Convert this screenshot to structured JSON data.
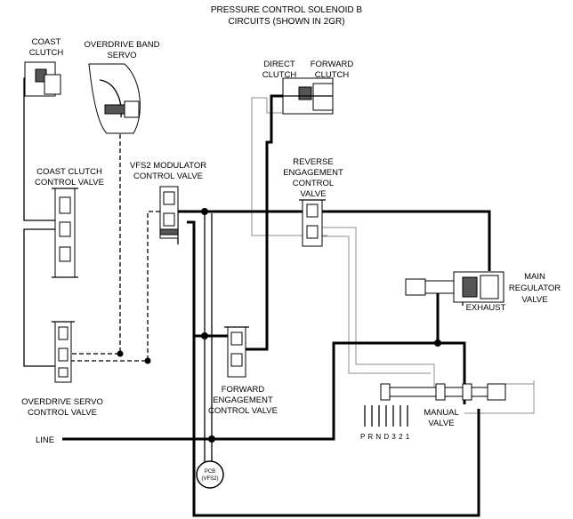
{
  "title": {
    "line1": "PRESSURE CONTROL SOLENOID B",
    "line2": "CIRCUITS (SHOWN IN 2GR)"
  },
  "labels": {
    "coast_clutch": [
      "COAST",
      "CLUTCH"
    ],
    "overdrive_band_servo": [
      "OVERDRIVE BAND",
      "SERVO"
    ],
    "direct_clutch": [
      "DIRECT",
      "CLUTCH"
    ],
    "forward_clutch": [
      "FORWARD",
      "CLUTCH"
    ],
    "coast_clutch_control_valve": [
      "COAST CLUTCH",
      "CONTROL VALVE"
    ],
    "vfs2_modulator_control_valve": [
      "VFS2 MODULATOR",
      "CONTROL VALVE"
    ],
    "reverse_engagement_control_valve": [
      "REVERSE",
      "ENGAGEMENT",
      "CONTROL",
      "VALVE"
    ],
    "main_regulator_valve": [
      "MAIN",
      "REGULATOR",
      "VALVE"
    ],
    "exhaust": "EXHAUST",
    "overdrive_servo_control_valve": [
      "OVERDRIVE SERVO",
      "CONTROL VALVE"
    ],
    "forward_engagement_control_valve": [
      "FORWARD",
      "ENGAGEMENT",
      "CONTROL VALVE"
    ],
    "manual_valve": [
      "MANUAL",
      "VALVE"
    ],
    "gear_positions": "P R N D 3 2 1",
    "line": "LINE",
    "solenoid": [
      "PCB",
      "(VFS2)"
    ]
  }
}
